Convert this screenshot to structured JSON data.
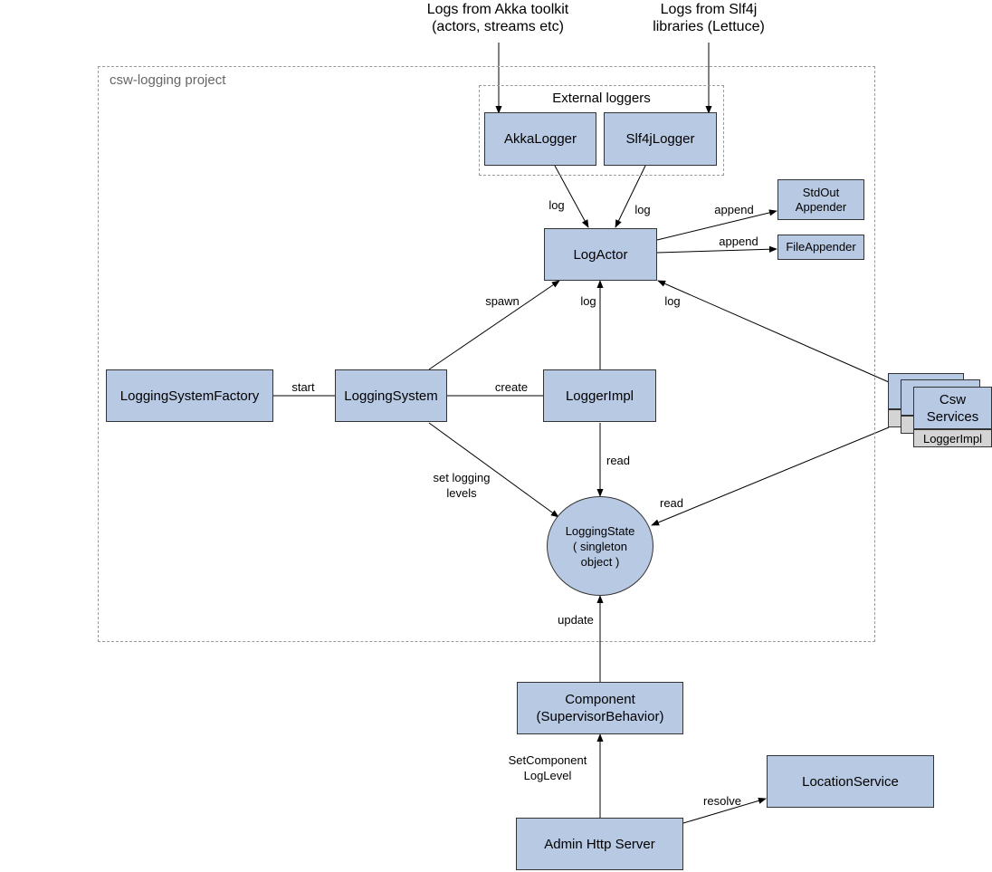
{
  "group": {
    "title": "csw-logging project",
    "external_title": "External loggers"
  },
  "sources": {
    "akka": "Logs from Akka toolkit\n(actors, streams etc)",
    "slf4j": "Logs from Slf4j\nlibraries (Lettuce)"
  },
  "nodes": {
    "akka_logger": "AkkaLogger",
    "slf4j_logger": "Slf4jLogger",
    "log_actor": "LogActor",
    "stdout_appender": "StdOut\nAppender",
    "file_appender": "FileAppender",
    "logging_system_factory": "LoggingSystemFactory",
    "logging_system": "LoggingSystem",
    "logger_impl": "LoggerImpl",
    "logging_state": "LoggingState\n( singleton\nobject )",
    "csw_services": "Csw\nServices",
    "csw_logger_impl": "LoggerImpl",
    "component": "Component\n(SupervisorBehavior)",
    "admin_http_server": "Admin Http Server",
    "location_service": "LocationService"
  },
  "edges": {
    "akka_log": "log",
    "slf4j_log": "log",
    "append_stdout": "append",
    "append_file": "append",
    "spawn": "spawn",
    "logger_log": "log",
    "csw_log": "log",
    "start": "start",
    "create": "create",
    "set_levels": "set logging\nlevels",
    "logger_read": "read",
    "csw_read": "read",
    "update": "update",
    "set_component_level": "SetComponent\nLogLevel",
    "resolve": "resolve"
  }
}
